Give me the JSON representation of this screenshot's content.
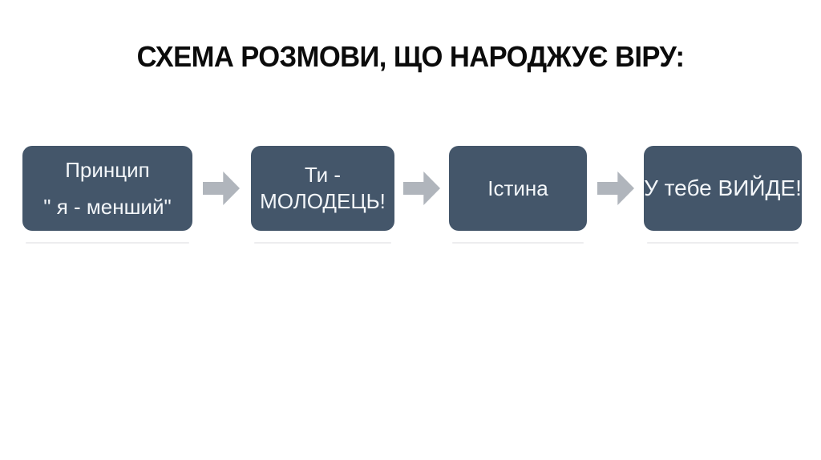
{
  "slide": {
    "title": "СХЕМА РОЗМОВИ, ЩО НАРОДЖУЄ ВІРУ:",
    "colors": {
      "background": "#FFFFFF",
      "title_text": "#0B0B0B",
      "box_fill": "#44566A",
      "box_text": "#F3F6F9",
      "arrow": "#B0B5BC",
      "box_shadow_line": "#EDEDEF"
    },
    "flow": {
      "type": "process",
      "arrow_glyph": "right-block-arrow-icon",
      "steps": [
        {
          "id": "step-1",
          "lines": [
            "Принцип",
            "\" я - менший\""
          ]
        },
        {
          "id": "step-2",
          "lines": [
            "Ти -",
            "МОЛОДЕЦЬ!"
          ]
        },
        {
          "id": "step-3",
          "lines": [
            "Істина"
          ]
        },
        {
          "id": "step-4",
          "lines": [
            "У тебе ВИЙДЕ!"
          ]
        }
      ]
    }
  }
}
